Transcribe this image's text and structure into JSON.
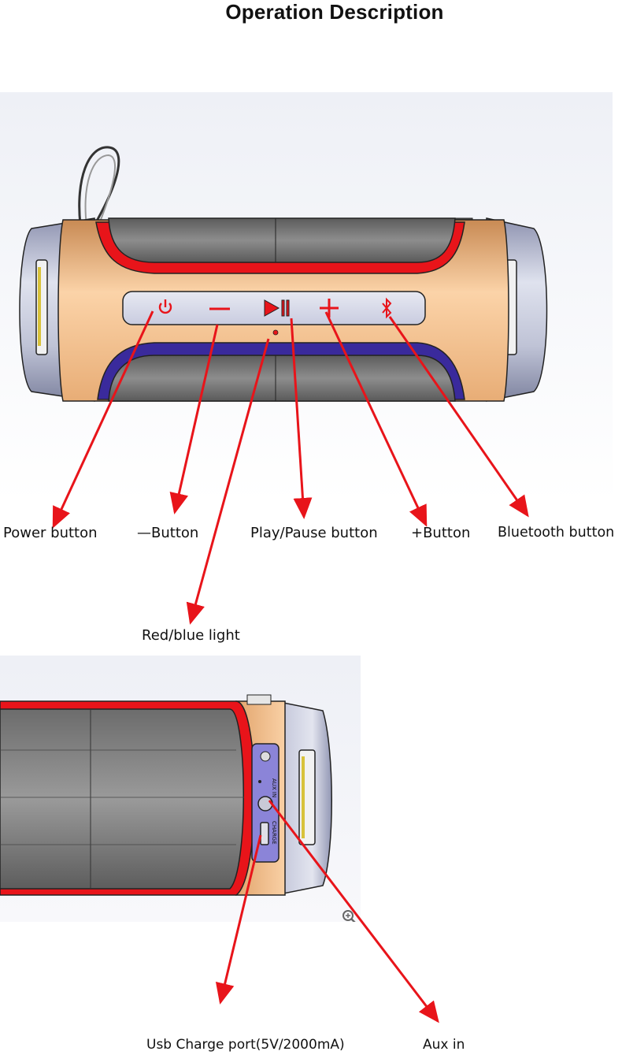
{
  "title": "Operation Description",
  "labels": {
    "power": "Power button",
    "minus": "—Button",
    "play": "Play/Pause button",
    "plus": "+Button",
    "bluetooth": "Bluetooth button",
    "light": "Red/blue light",
    "usb": "Usb Charge port(5V/2000mA)",
    "aux": "Aux in"
  },
  "port_panel": {
    "aux_text": "AUX IN",
    "charge_text": "CHARGE"
  },
  "colors": {
    "arrow": "#e8141a",
    "red_band": "#e8141a",
    "blue_band": "#3a2a9c",
    "tan_body": "#f3c596",
    "grey_grille": "#7a7a7a",
    "silver_cap": "#b9bdd2"
  }
}
